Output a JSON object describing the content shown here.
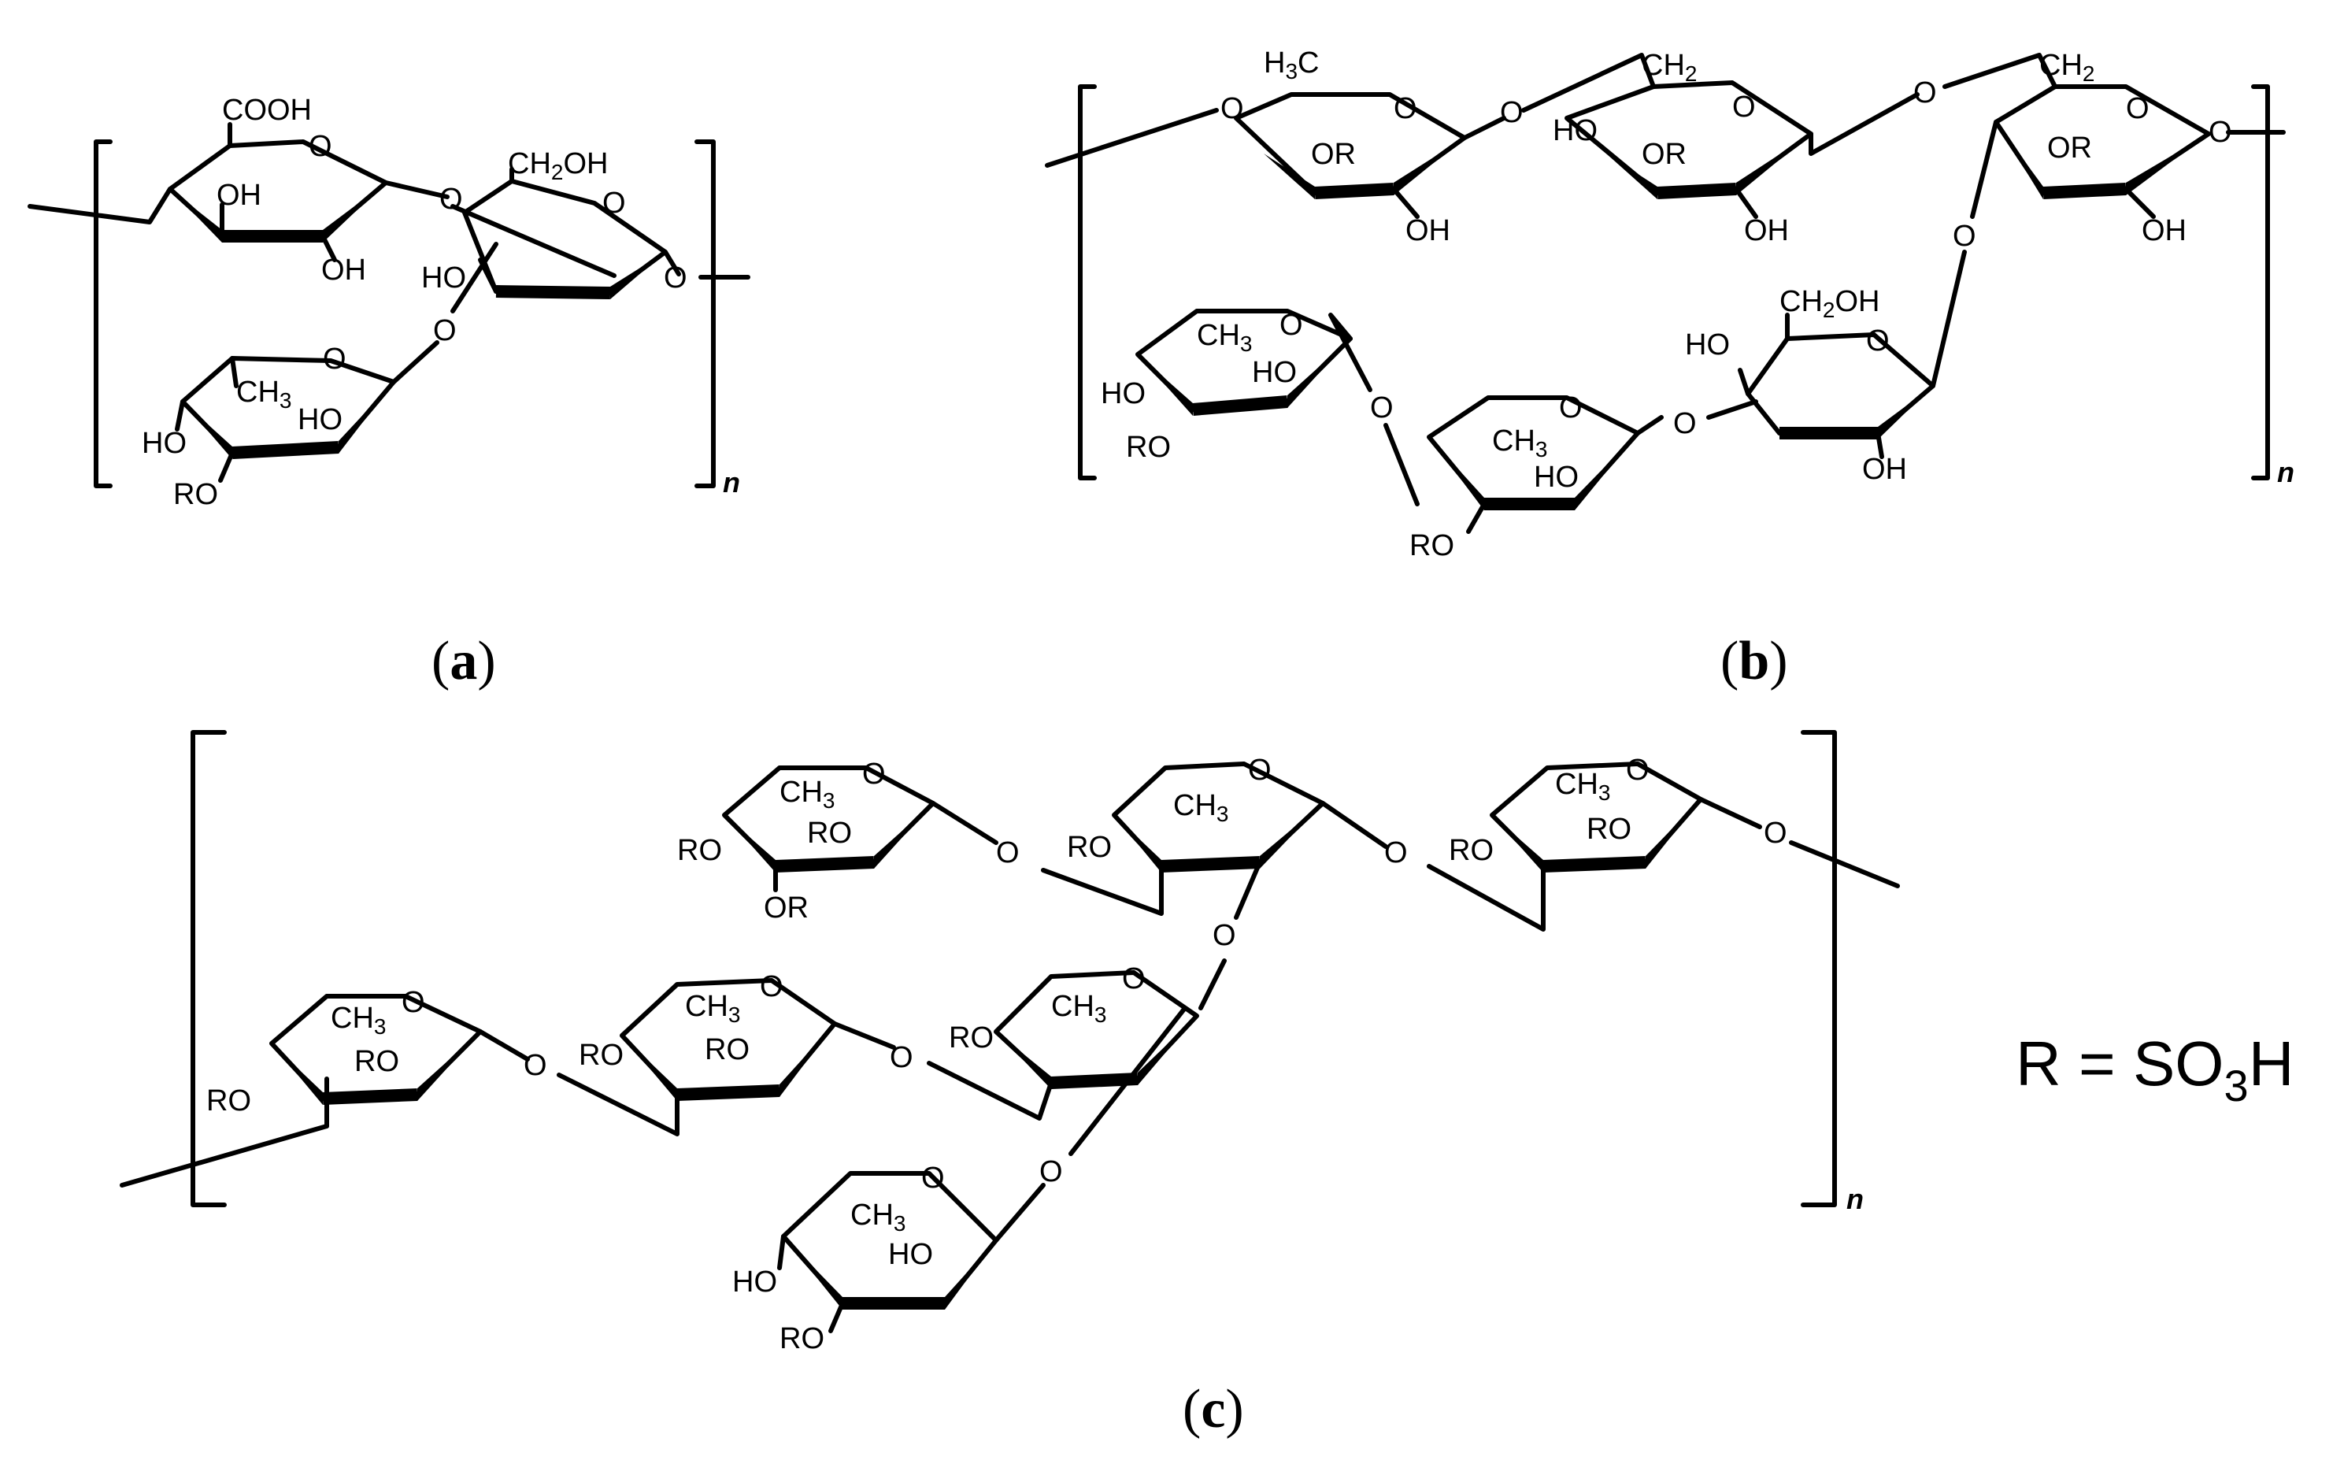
{
  "panels": [
    {
      "id": "a",
      "caption_letter": "a",
      "repeat_index": "n",
      "labels": {
        "cooh": "COOH",
        "ch2oh_main": "CH",
        "ch2oh_sub": "2",
        "ch2oh_end": "OH",
        "oh1": "OH",
        "oh2": "OH",
        "ho1": "HO",
        "ch3_main": "CH",
        "ch3_sub": "3",
        "ho2": "HO",
        "ho3": "HO",
        "ro1": "RO",
        "o1": "O",
        "o2": "O",
        "o3": "O",
        "o4": "O",
        "o5": "O",
        "o6": "O"
      }
    },
    {
      "id": "b",
      "caption_letter": "b",
      "repeat_index": "n",
      "labels": {
        "h3c_main": "H",
        "h3c_sub": "3",
        "h3c_end": "C",
        "ch2a_main": "CH",
        "ch2a_sub": "2",
        "ch2b_main": "CH",
        "ch2b_sub": "2",
        "or1": "OR",
        "or2": "OR",
        "or3": "OR",
        "oh1": "OH",
        "oh2": "OH",
        "oh3": "OH",
        "ho1": "HO",
        "ch3a_main": "CH",
        "ch3a_sub": "3",
        "ho2": "HO",
        "ho3": "HO",
        "ro1": "RO",
        "ch3b_main": "CH",
        "ch3b_sub": "3",
        "ho4": "HO",
        "ro2": "RO",
        "ch2oh_main": "CH",
        "ch2oh_sub": "2",
        "ch2oh_end": "OH",
        "ho5": "HO",
        "oh4": "OH",
        "o": "O"
      }
    },
    {
      "id": "c",
      "caption_letter": "c",
      "repeat_index": "n",
      "labels": {
        "ch3_main": "CH",
        "ch3_sub": "3",
        "ro": "RO",
        "or": "OR",
        "ho": "HO",
        "o": "O"
      }
    }
  ],
  "r_definition": {
    "prefix": "R = SO",
    "sub": "3",
    "suffix": "H"
  },
  "colors": {
    "ink": "#000000",
    "background": "#ffffff"
  }
}
